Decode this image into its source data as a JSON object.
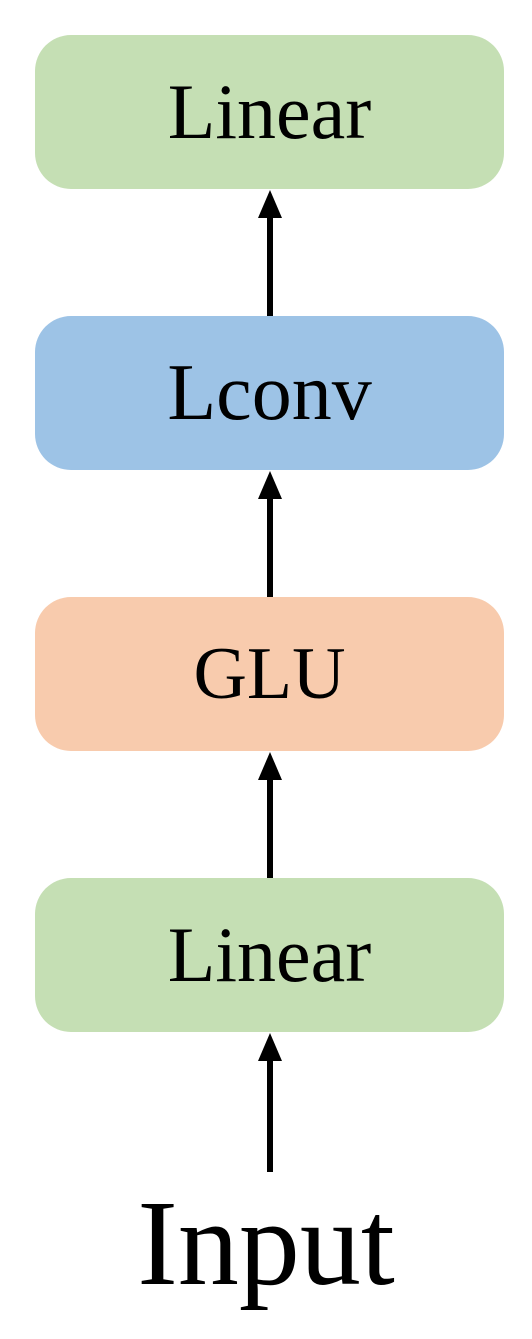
{
  "diagram": {
    "blocks": [
      {
        "id": "linear-top",
        "label": "Linear",
        "color": "#c5dfb4"
      },
      {
        "id": "lconv",
        "label": "Lconv",
        "color": "#9dc3e6"
      },
      {
        "id": "glu",
        "label": "GLU",
        "color": "#f8cbad"
      },
      {
        "id": "linear-bottom",
        "label": "Linear",
        "color": "#c5dfb4"
      }
    ],
    "input_label": "Input",
    "arrow_color": "#000000",
    "flow": [
      "Input",
      "Linear",
      "GLU",
      "Lconv",
      "Linear"
    ]
  }
}
